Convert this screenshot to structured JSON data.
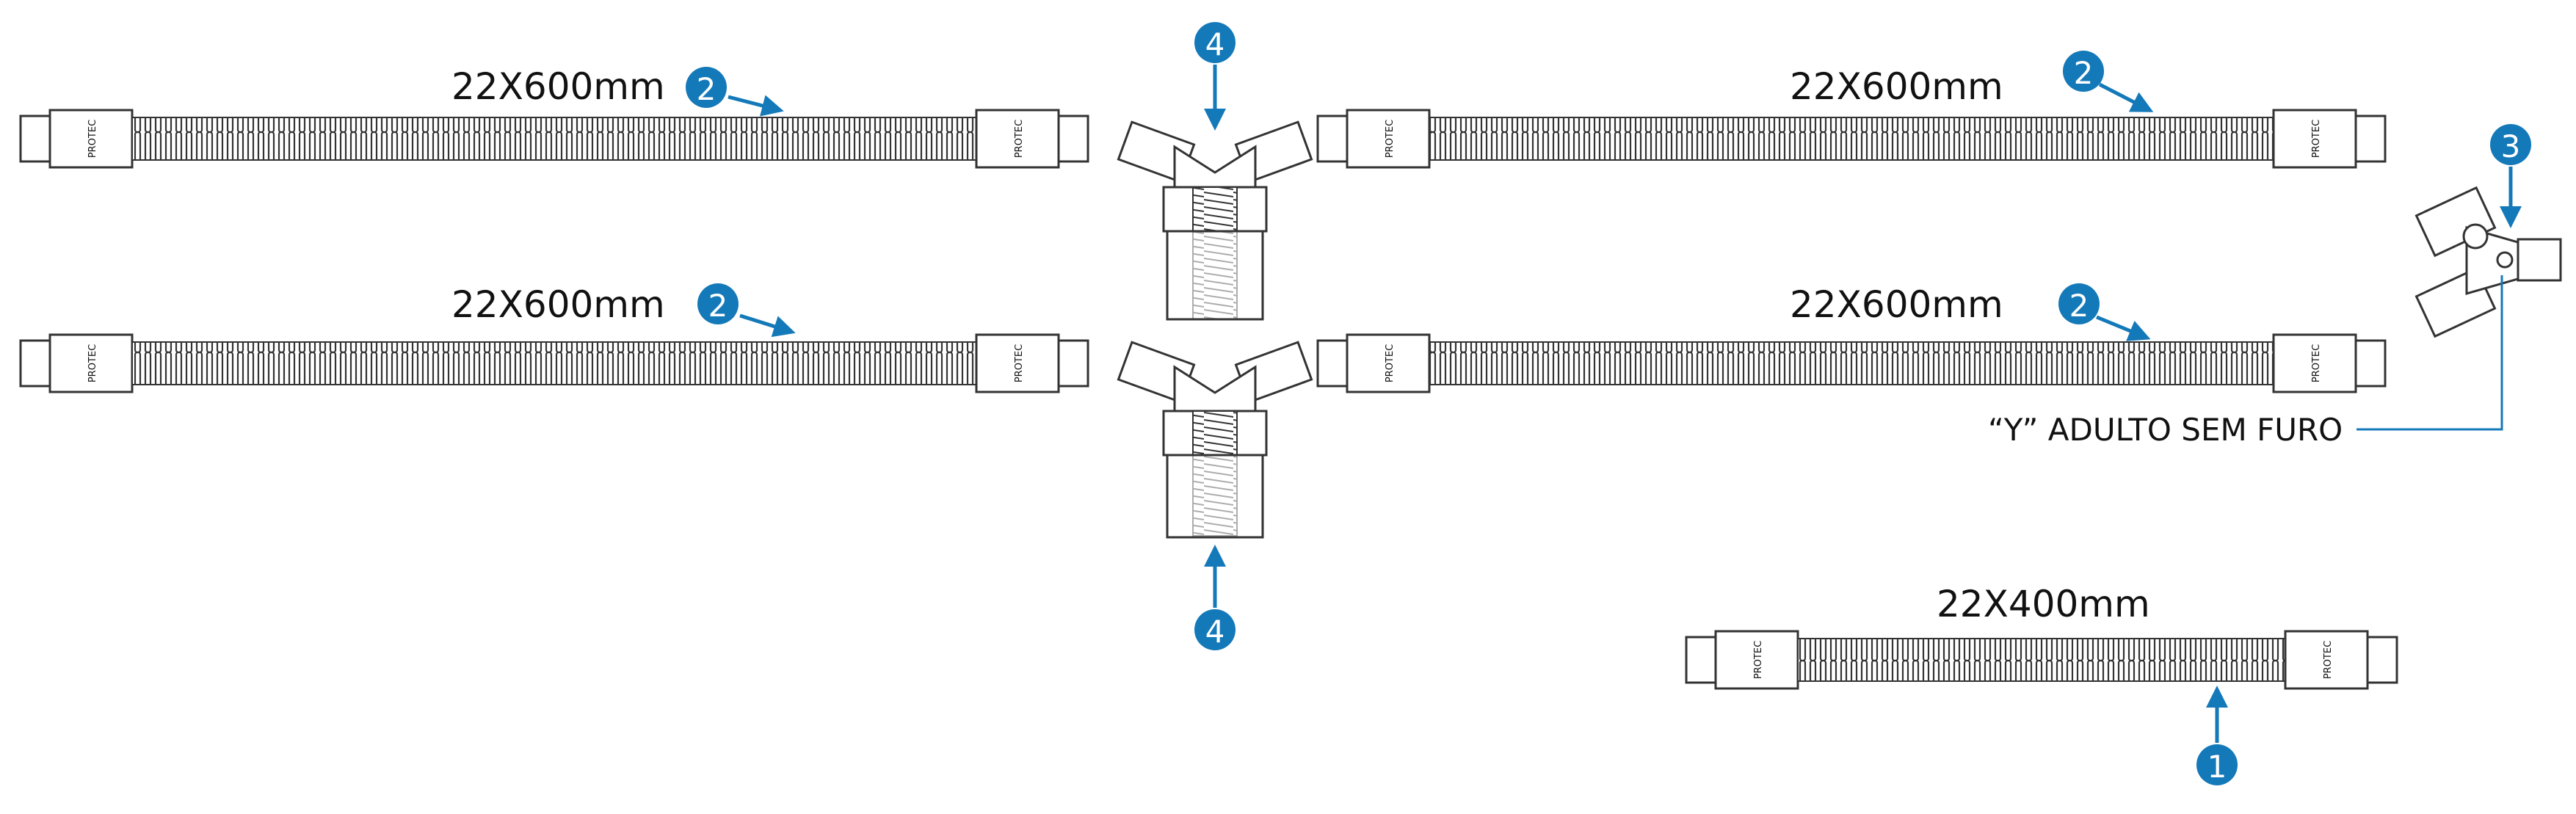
{
  "accent_color": "#1479b8",
  "hoses": [
    {
      "id": "hose-top-left",
      "length_label": "22X600mm",
      "callout": "2"
    },
    {
      "id": "hose-mid-left",
      "length_label": "22X600mm",
      "callout": "2"
    },
    {
      "id": "hose-top-right",
      "length_label": "22X600mm",
      "callout": "2"
    },
    {
      "id": "hose-mid-right",
      "length_label": "22X600mm",
      "callout": "2"
    },
    {
      "id": "hose-short",
      "length_label": "22X400mm",
      "callout": "1"
    }
  ],
  "traps": [
    {
      "id": "water-trap-top",
      "callout": "4"
    },
    {
      "id": "water-trap-bottom",
      "callout": "4"
    }
  ],
  "y_connector": {
    "callout": "3",
    "label": "“Y” ADULTO SEM FURO"
  },
  "cuff_text": "PROTEC"
}
